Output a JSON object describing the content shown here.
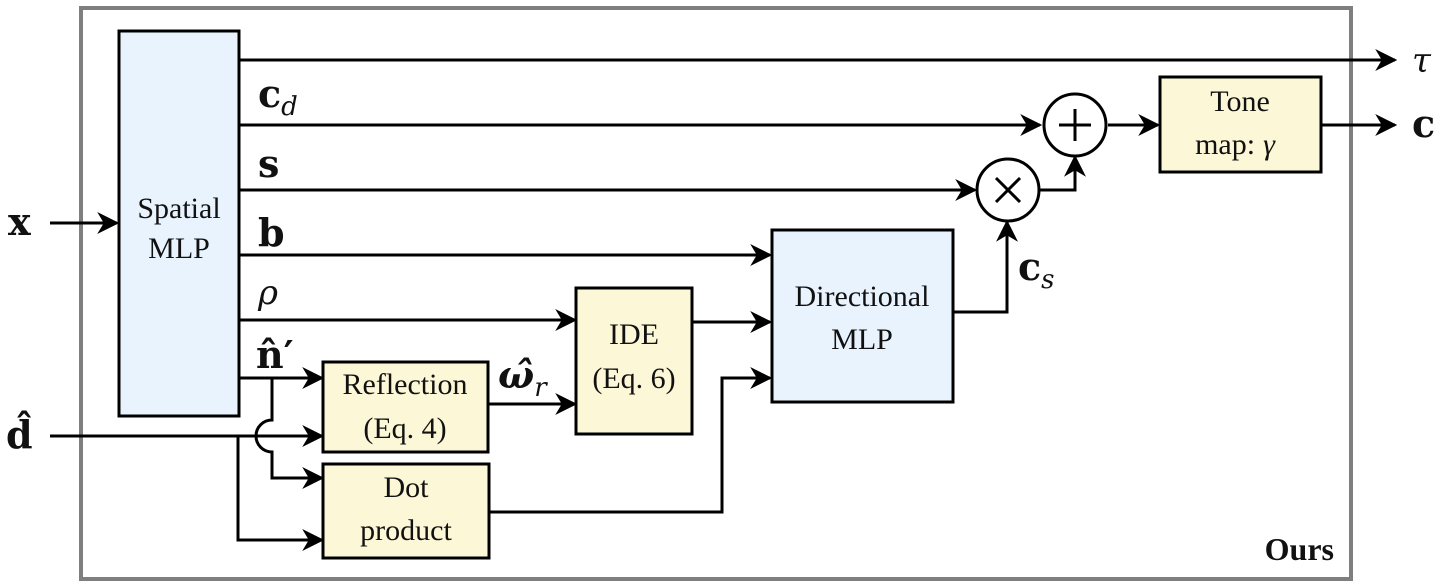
{
  "diagram": {
    "corner_label": "Ours",
    "inputs": {
      "x": "x",
      "d": "d̂"
    },
    "outputs": {
      "tau": "τ",
      "c": "c"
    },
    "blocks": {
      "spatial_mlp": [
        "Spatial",
        "MLP"
      ],
      "reflection": [
        "Reflection",
        "(Eq. 4)"
      ],
      "ide": [
        "IDE",
        "(Eq. 6)"
      ],
      "dot_product": [
        "Dot",
        "product"
      ],
      "directional_mlp": [
        "Directional",
        "MLP"
      ],
      "tone_map": {
        "line1": "Tone",
        "line2": "map:",
        "symbol": "γ"
      }
    },
    "signals": {
      "cd": {
        "base": "c",
        "sub": "d"
      },
      "s": "s",
      "b": "b",
      "rho": "ρ",
      "n_prime": "n̂′",
      "omega_r": {
        "base": "ω̂",
        "sub": "r"
      },
      "cs": {
        "base": "c",
        "sub": "s"
      }
    },
    "operators": {
      "plus": "+",
      "times": "×"
    },
    "colors": {
      "mlp_fill": "#e9f3fd",
      "module_fill": "#fcf7d7",
      "frame": "#7f7f7f"
    }
  }
}
